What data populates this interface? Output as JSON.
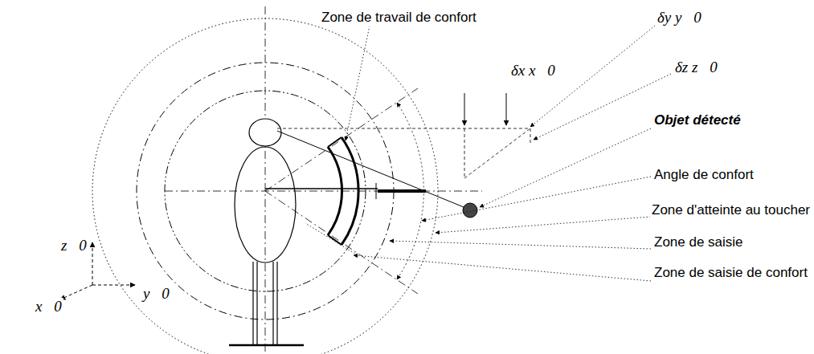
{
  "diagram": {
    "labels": [
      "Zone de travail de confort",
      "δy y⃗0",
      "δx x⃗0",
      "δz z⃗0",
      "Objet détecté",
      "Angle de confort",
      "Zone d'atteinte au toucher",
      "Zone de saisie",
      "Zone de saisie de confort",
      "z⃗0",
      "x⃗0",
      "y⃗0"
    ]
  }
}
